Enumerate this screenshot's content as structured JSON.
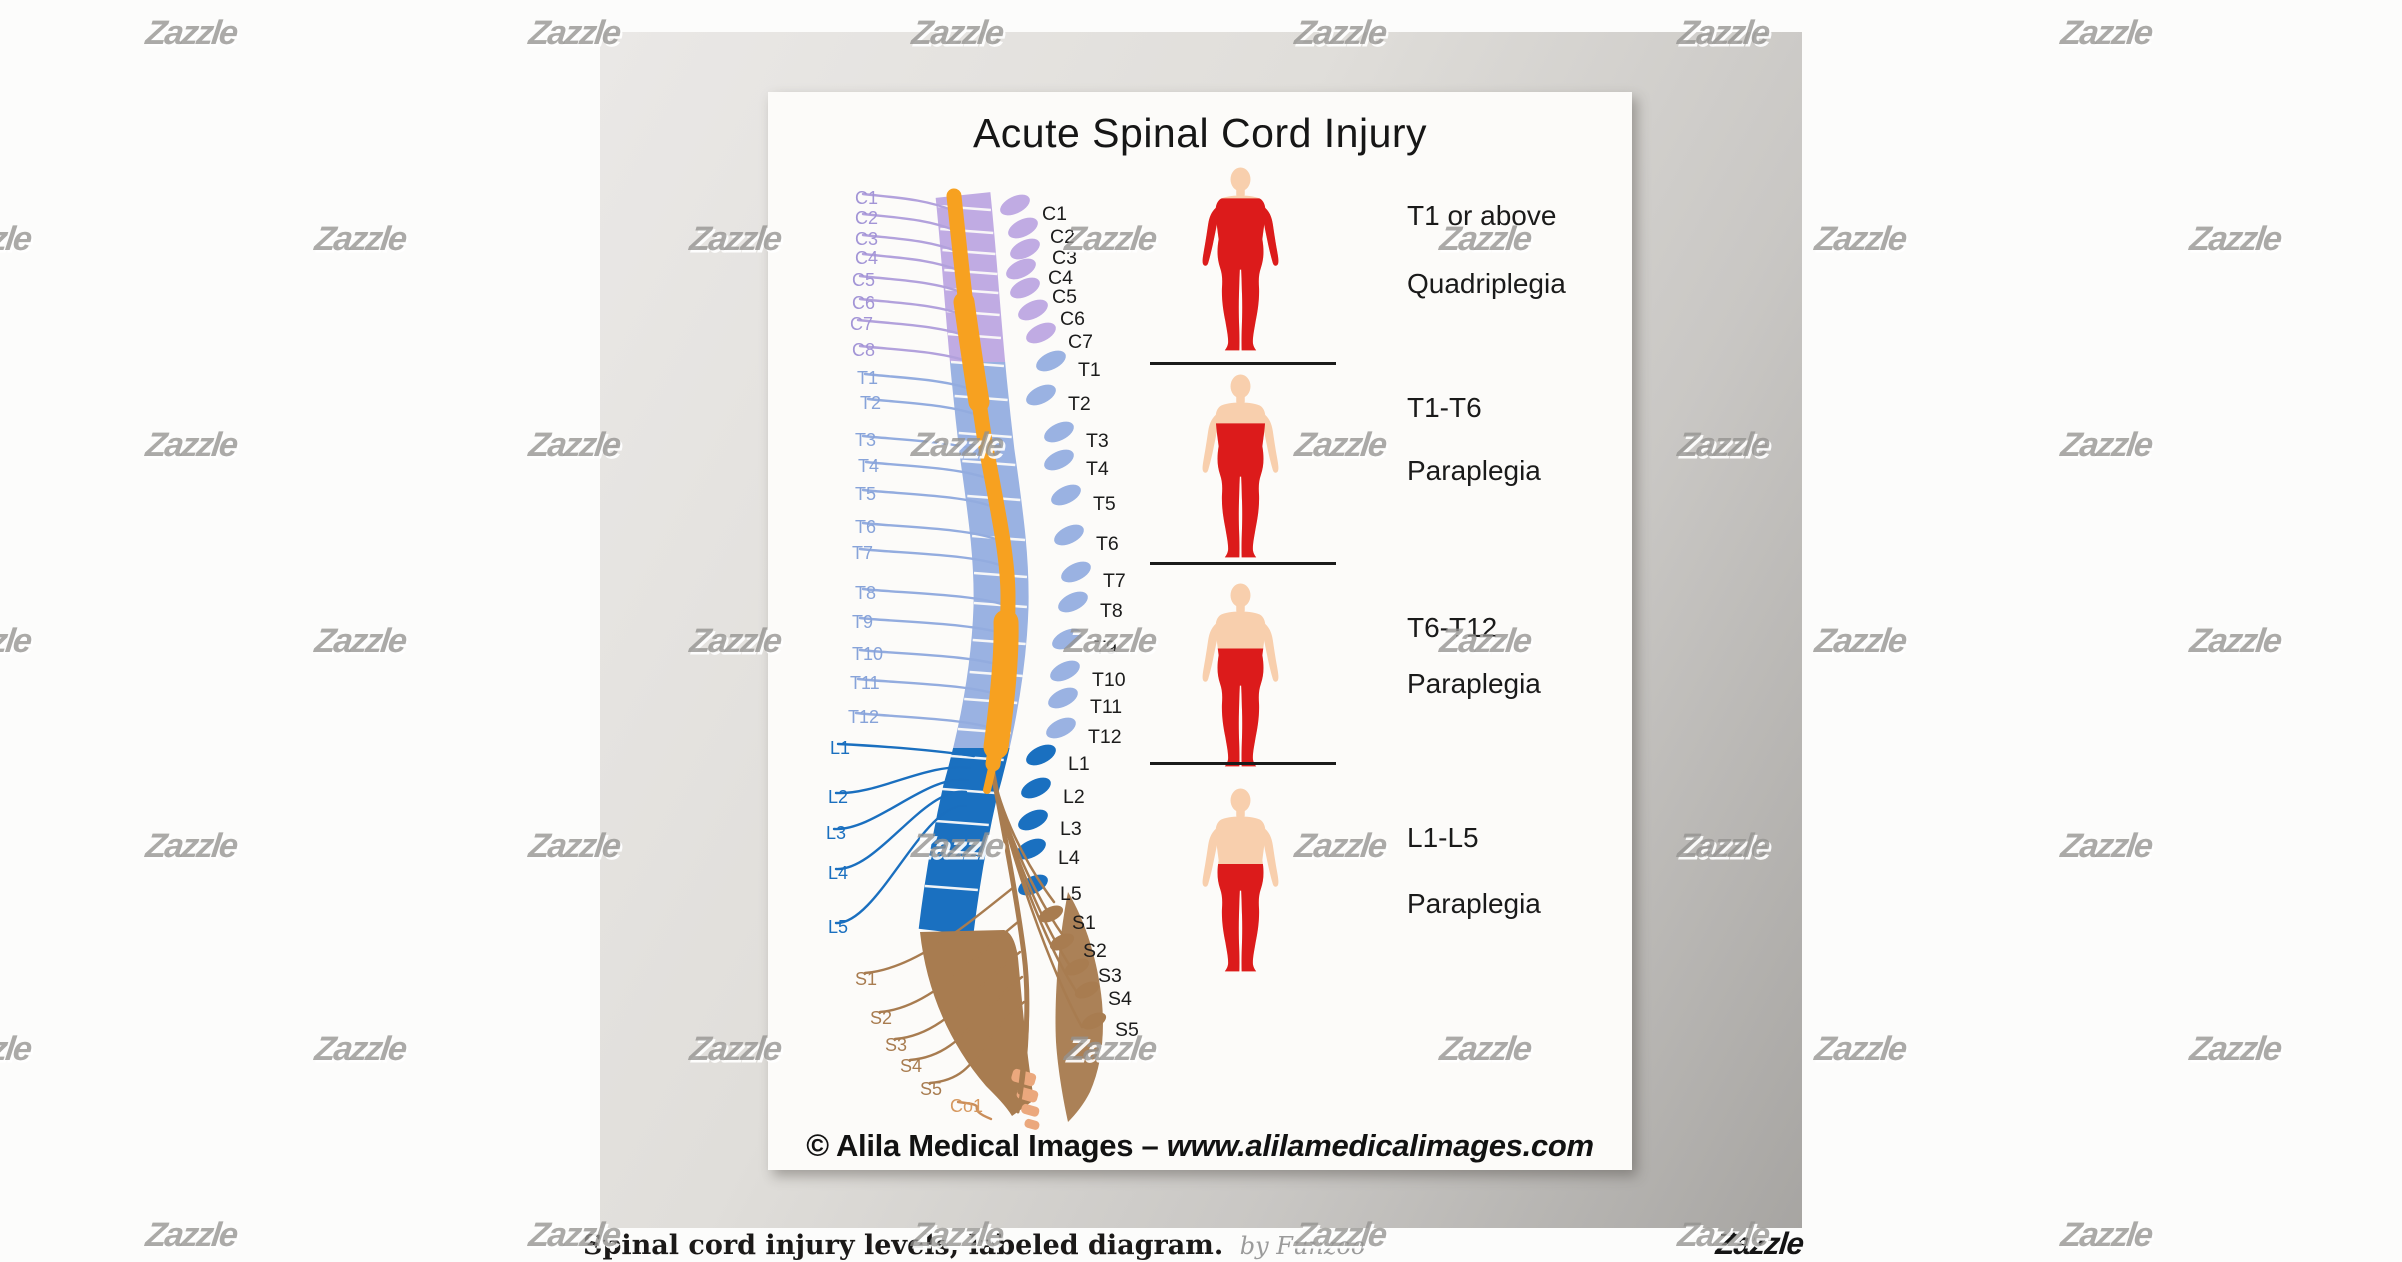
{
  "poster": {
    "title": "Acute Spinal Cord Injury",
    "copyright": {
      "owner": "© Alila Medical Images",
      "separator": "–",
      "website": "www.alilamedicalimages.com"
    }
  },
  "spine": {
    "regions": [
      {
        "name": "cervical",
        "band_color": "#c0abe3",
        "label_color": "#a294d6",
        "nerve_color": "#b2a1dc",
        "left_labels": [
          "C1",
          "C2",
          "C3",
          "C4",
          "C5",
          "C6",
          "C7",
          "C8"
        ],
        "right_labels": [
          "C1",
          "C2",
          "C3",
          "C4",
          "C5",
          "C6",
          "C7"
        ]
      },
      {
        "name": "thoracic",
        "band_color": "#9ab2e2",
        "label_color": "#87a3d9",
        "nerve_color": "#93acdf",
        "left_labels": [
          "T1",
          "T2",
          "T3",
          "T4",
          "T5",
          "T6",
          "T7",
          "T8",
          "T9",
          "T10",
          "T11",
          "T12"
        ],
        "right_labels": [
          "T1",
          "T2",
          "T3",
          "T4",
          "T5",
          "T6",
          "T7",
          "T8",
          "T9",
          "T10",
          "T11",
          "T12"
        ]
      },
      {
        "name": "lumbar",
        "band_color": "#1a70c0",
        "label_color": "#1a6fbf",
        "nerve_color": "#1a6fbf",
        "left_labels": [
          "L1",
          "L2",
          "L3",
          "L4",
          "L5"
        ],
        "right_labels": [
          "L1",
          "L2",
          "L3",
          "L4",
          "L5"
        ]
      },
      {
        "name": "sacral",
        "band_color": "#a87c50",
        "label_color": "#a87c50",
        "nerve_color": "#a87c50",
        "left_labels": [
          "S1",
          "S2",
          "S3",
          "S4",
          "S5"
        ],
        "right_labels": [
          "S1",
          "S2",
          "S3",
          "S4",
          "S5"
        ]
      },
      {
        "name": "coccygeal",
        "band_color": "#eba87d",
        "label_color": "#d6985f",
        "nerve_color": "#c98d5a",
        "left_labels": [
          "Co1"
        ],
        "right_labels": []
      }
    ],
    "cord_color": "#f7a120",
    "cauda_color": "#a87c50",
    "right_label_color": "#1c1c1c"
  },
  "injury_levels": [
    {
      "level": "T1 or above",
      "outcome": "Quadriplegia"
    },
    {
      "level": "T1-T6",
      "outcome": "Paraplegia"
    },
    {
      "level": "T6-T12",
      "outcome": "Paraplegia"
    },
    {
      "level": "L1-L5",
      "outcome": "Paraplegia"
    }
  ],
  "figure_colors": {
    "skin": "#f8cfad",
    "affected": "#dc1b1b"
  },
  "footer": {
    "caption": "Spinal cord injury levels, labeled diagram.",
    "byline": "by Funzoo",
    "brand": "Zazzle"
  },
  "watermark": {
    "text": "Zazzle"
  }
}
